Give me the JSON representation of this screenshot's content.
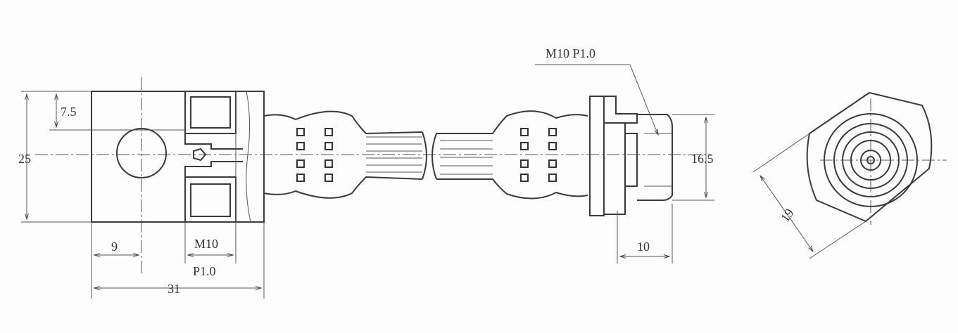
{
  "dimensions": {
    "block_height": "25",
    "port_offset": "7.5",
    "hole_offset": "9",
    "thread_left_size": "M10",
    "thread_left_pitch": "P1.0",
    "block_width": "31",
    "thread_right": "M10 P1.0",
    "nut_height": "16.5",
    "nut_length": "10",
    "hex_across_flats": "19"
  }
}
